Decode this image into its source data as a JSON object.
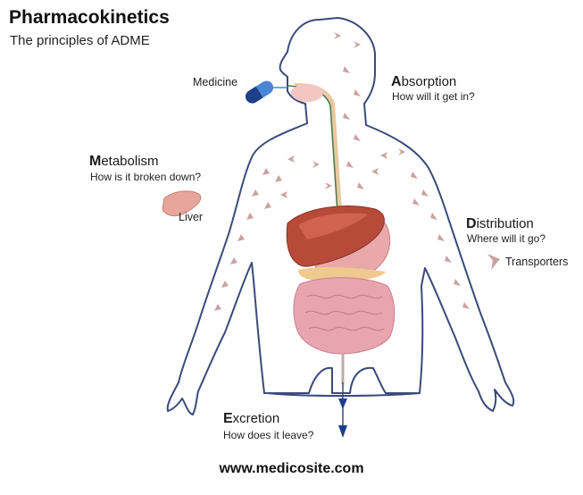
{
  "title": "Pharmacokinetics",
  "subtitle": "The principles of ADME",
  "labels": {
    "medicine": "Medicine",
    "liver": "Liver",
    "transporters": "Transporters"
  },
  "stages": {
    "absorption": {
      "initial": "A",
      "rest": "bsorption",
      "question": "How will it get in?"
    },
    "metabolism": {
      "initial": "M",
      "rest": "etabolism",
      "question": "How is it broken down?"
    },
    "distribution": {
      "initial": "D",
      "rest": "istribution",
      "question": "Where will it go?"
    },
    "excretion": {
      "initial": "E",
      "rest": "xcretion",
      "question": "How does it leave?"
    }
  },
  "source": "www.medicosite.com",
  "colors": {
    "outline": "#3b4a7a",
    "arrow": "#c9a3a0",
    "liver": "#b84a3a",
    "stomach": "#e9a9ab",
    "intestine": "#e8a5b0",
    "pill_dark": "#1f3f8a",
    "pill_light": "#4a86d6"
  },
  "icons": [
    "pill-icon",
    "liver-icon",
    "transporter-arrow-icon"
  ]
}
